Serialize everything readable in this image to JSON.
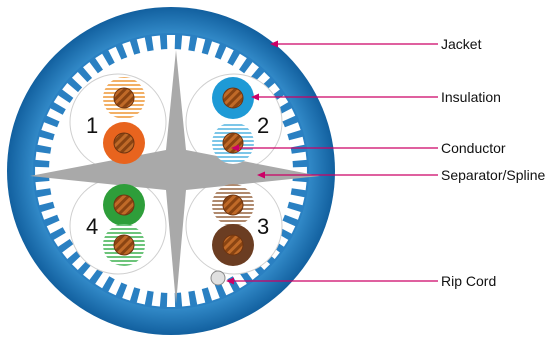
{
  "colors": {
    "jacket_outer": "#1565a8",
    "jacket_mid": "#2c86c9",
    "shield_teeth": "#ffffff",
    "spline": "#a8a8a8",
    "leader": "#cc0066",
    "copper": "#b8601e",
    "copper_light": "#d98a4a"
  },
  "pairs": [
    {
      "number": "1",
      "solid_color": "#e8641e",
      "stripe_color": "#f2b066"
    },
    {
      "number": "2",
      "solid_color": "#1e9ad6",
      "stripe_color": "#7cc6e8"
    },
    {
      "number": "3",
      "solid_color": "#6b3d22",
      "stripe_color": "#b08a6e"
    },
    {
      "number": "4",
      "solid_color": "#2e9e3a",
      "stripe_color": "#6cc47a"
    }
  ],
  "callouts": [
    {
      "id": "jacket",
      "label": "Jacket"
    },
    {
      "id": "insulation",
      "label": "Insulation"
    },
    {
      "id": "conductor",
      "label": "Conductor"
    },
    {
      "id": "separator",
      "label": "Separator/Spline"
    },
    {
      "id": "ripcord",
      "label": "Rip Cord"
    }
  ]
}
